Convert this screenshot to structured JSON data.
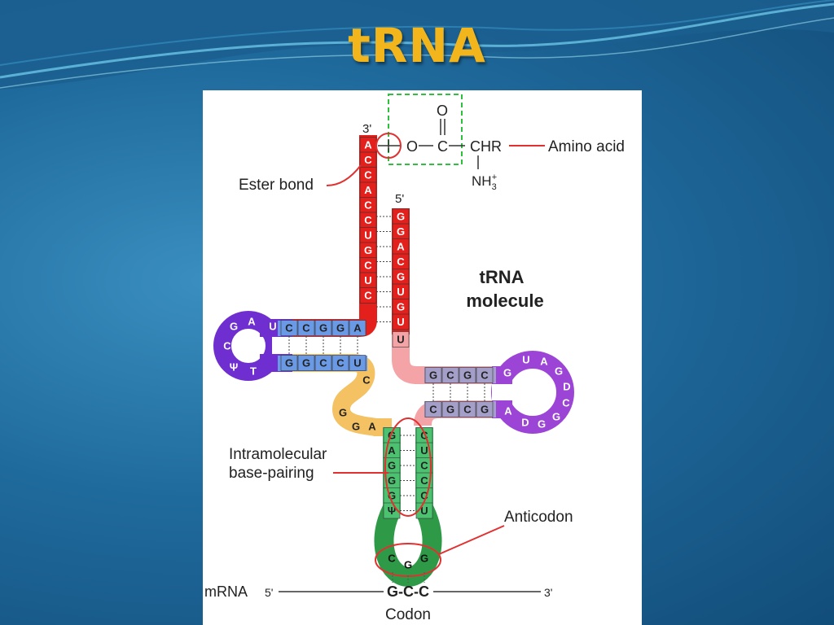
{
  "slide": {
    "title": "tRNA"
  },
  "diagram": {
    "heading_line1": "tRNA",
    "heading_line2": "molecule",
    "end_3prime": "3'",
    "end_5prime": "5'",
    "acceptor_3_strand": [
      "A",
      "C",
      "C",
      "A",
      "C",
      "C",
      "U",
      "G",
      "C",
      "U",
      "C"
    ],
    "acceptor_5_strand": [
      "G",
      "G",
      "A",
      "C",
      "G",
      "U",
      "G",
      "U"
    ],
    "chem_O_top": "O",
    "chem_O": "O",
    "chem_C": "C",
    "chem_CHR": "CHR",
    "chem_NH3": "NH",
    "chem_sub": "3",
    "chem_sup": "+",
    "label_amino_acid": "Amino acid",
    "label_ester_bond": "Ester bond",
    "d_arm_top": [
      "C",
      "C",
      "G",
      "G",
      "A"
    ],
    "d_arm_bottom": [
      "G",
      "G",
      "C",
      "C",
      "U"
    ],
    "d_loop": [
      "U",
      "A",
      "G",
      "C",
      "Ψ",
      "T"
    ],
    "variable_loop": [
      "C",
      "G",
      "G",
      "A"
    ],
    "t_arm_top": [
      "G",
      "C",
      "G",
      "C"
    ],
    "t_arm_bottom": [
      "C",
      "G",
      "C",
      "G"
    ],
    "t_loop": [
      "G",
      "U",
      "A",
      "G",
      "D",
      "C",
      "G",
      "G",
      "D",
      "A"
    ],
    "anticodon_left_stem": [
      "G",
      "A",
      "G",
      "G",
      "G",
      "Ψ"
    ],
    "anticodon_right_stem": [
      "C",
      "U",
      "C",
      "C",
      "C",
      "U"
    ],
    "anticodon_bases": [
      "C",
      "G",
      "G"
    ],
    "label_intramolecular_1": "Intramolecular",
    "label_intramolecular_2": "base-pairing",
    "label_anticodon": "Anticodon",
    "mrna_label": "mRNA",
    "mrna_5": "5'",
    "mrna_3": "3'",
    "codon_bases": [
      "G",
      "C",
      "C"
    ],
    "codon_text": "G-C-C",
    "label_codon": "Codon",
    "colors": {
      "acceptor": "#e3201b",
      "d_arm": "#6a9ae6",
      "d_loop": "#6f2fd0",
      "variable": "#f4c163",
      "t_arm": "#a49fc9",
      "t_loop": "#9b44d6",
      "anticodon": "#4cc270",
      "anticodon_loop": "#2e9a48",
      "linker": "#f4a3a6",
      "highlight": "#e23030",
      "box": "#2fbf3f"
    }
  }
}
